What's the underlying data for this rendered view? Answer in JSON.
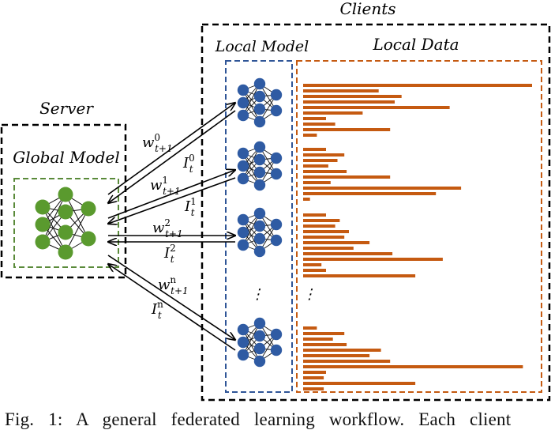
{
  "labels": {
    "clients": "Clients",
    "server": "Server",
    "global_model": "Global Model",
    "local_model": "Local Model",
    "local_data": "Local Data"
  },
  "arrows": [
    {
      "w_sup": "0",
      "i_sup": "0"
    },
    {
      "w_sup": "1",
      "i_sup": "1"
    },
    {
      "w_sup": "2",
      "i_sup": "2"
    },
    {
      "w_sup": "n",
      "i_sup": "n"
    }
  ],
  "math": {
    "w": "w",
    "i": "I",
    "w_sub": "t+1",
    "i_sub": "t"
  },
  "ellipsis": "⋮",
  "caption": "Fig. 1: A general federated learning workflow. Each client",
  "colors": {
    "global_node": "#5a9a2e",
    "local_node": "#2f5ba3",
    "data_bar": "#c55a11",
    "global_box": "#5a8a3a",
    "local_model_box": "#2f5597",
    "local_data_box": "#c55a11"
  },
  "data_bars": [
    [
      1.0,
      0.33,
      0.43,
      0.4,
      0.64,
      0.26,
      0.1,
      0.14,
      0.38,
      0.06
    ],
    [
      0.1,
      0.18,
      0.15,
      0.11,
      0.19,
      0.38,
      0.12,
      0.69,
      0.58,
      0.03
    ],
    [
      0.1,
      0.16,
      0.14,
      0.2,
      0.18,
      0.29,
      0.22,
      0.39,
      0.61,
      0.08,
      0.1,
      0.49
    ],
    [
      0.06,
      0.18,
      0.13,
      0.19,
      0.34,
      0.29,
      0.38,
      0.96,
      0.1,
      0.09,
      0.49,
      0.09
    ]
  ]
}
